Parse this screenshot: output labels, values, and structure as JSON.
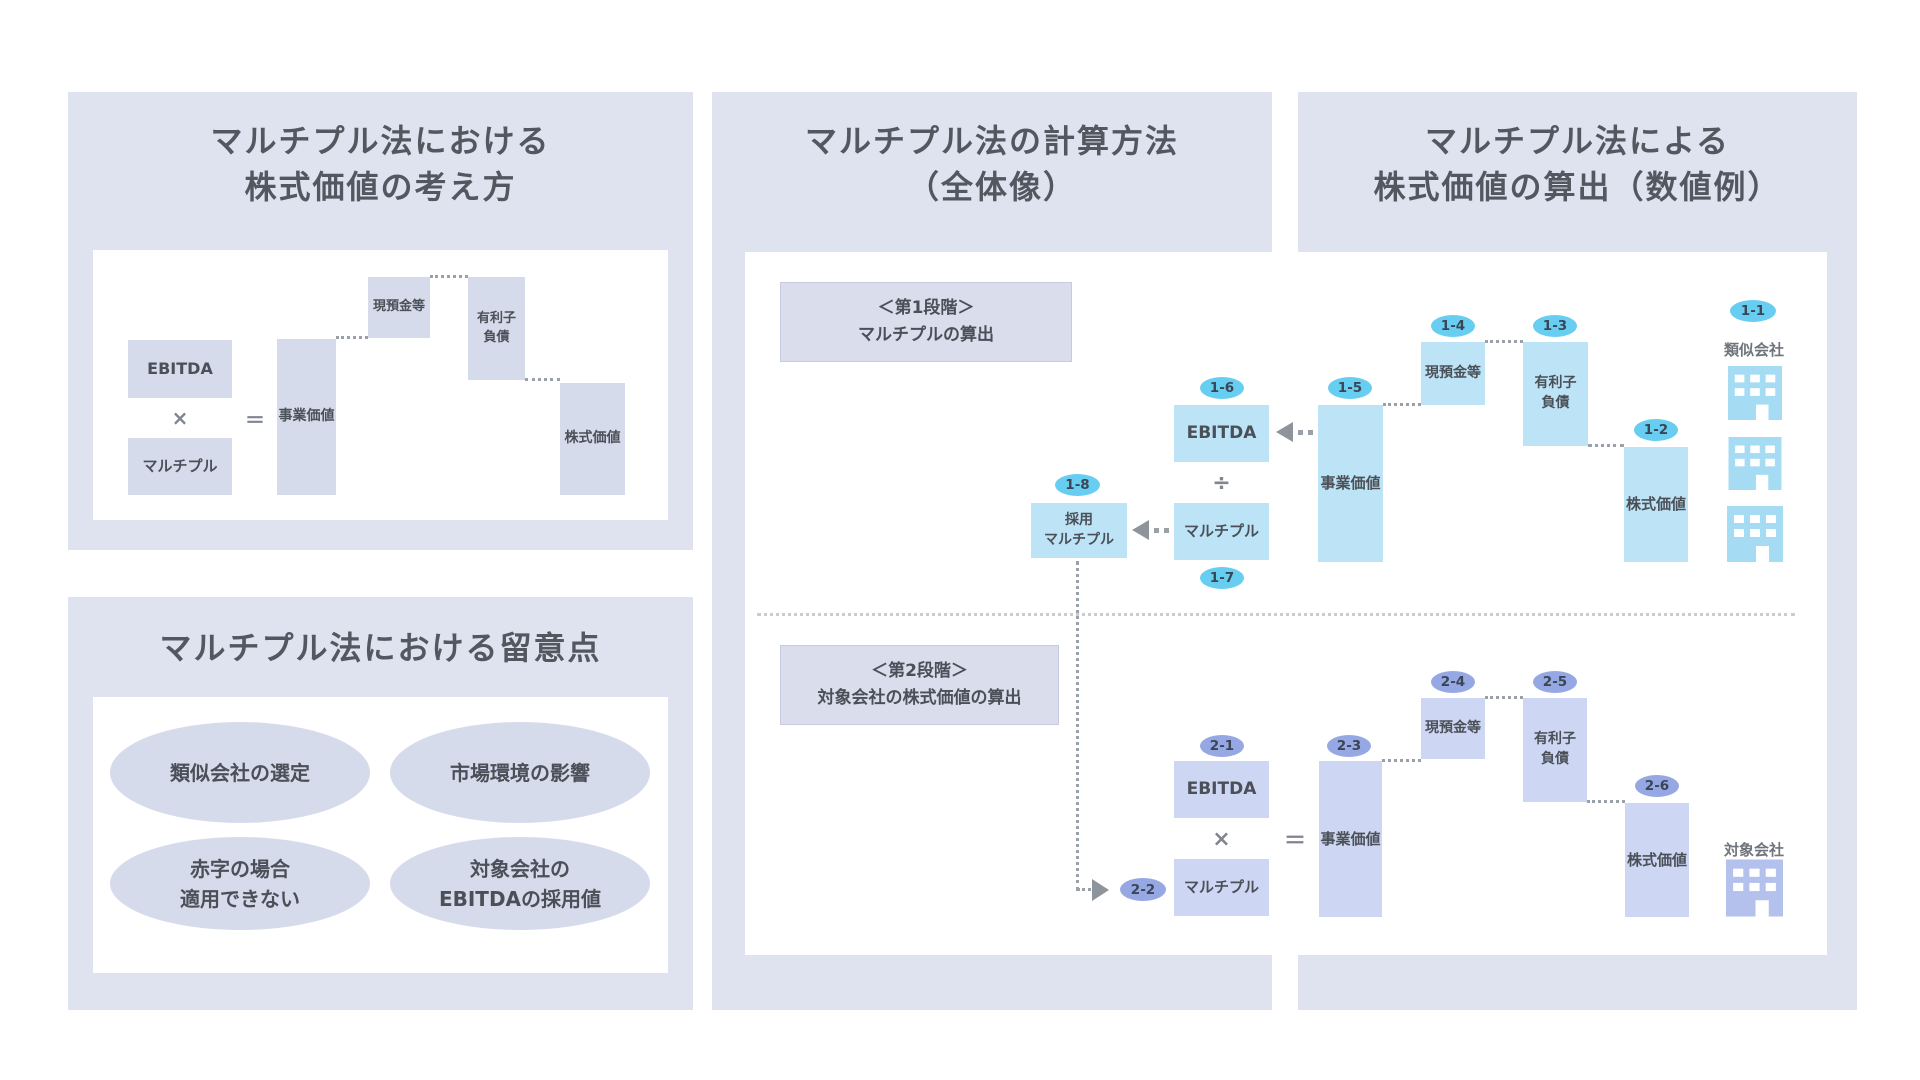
{
  "cards": {
    "concept": {
      "title": [
        "マルチプル法における",
        "株式価値の考え方"
      ],
      "diagram": {
        "ebitda": "EBITDA",
        "multiply": "×",
        "multiple": "マルチプル",
        "equals": "＝",
        "ev": "事業価値",
        "cash": "現預金等",
        "debt": [
          "有利子",
          "負債"
        ],
        "equity": "株式価値"
      }
    },
    "notes": {
      "title": "マルチプル法における留意点",
      "items": [
        {
          "line1": "類似会社の選定",
          "line2": ""
        },
        {
          "line1": "市場環境の影響",
          "line2": ""
        },
        {
          "line1": "赤字の場合",
          "line2": "適用できない"
        },
        {
          "line1": "対象会社の",
          "line2": "EBITDAの採用値"
        }
      ]
    },
    "calc": {
      "title": [
        "マルチプル法の計算方法",
        "（全体像）"
      ]
    },
    "example": {
      "title": [
        "マルチプル法による",
        "株式価値の算出（数値例）"
      ]
    }
  },
  "stage1": {
    "label": [
      "＜第1段階＞",
      "マルチプルの算出"
    ],
    "adopted": [
      "採用",
      "マルチプル"
    ],
    "ebitda": "EBITDA",
    "divide": "÷",
    "multiple": "マルチプル",
    "ev": "事業価値",
    "cash": "現預金等",
    "debt": [
      "有利子",
      "負債"
    ],
    "equity": "株式価値",
    "company": "類似会社",
    "badges": {
      "company": "1-1",
      "equity": "1-2",
      "debt": "1-3",
      "cash": "1-4",
      "ev": "1-5",
      "ebitda": "1-6",
      "multiple": "1-7",
      "adopted": "1-8"
    }
  },
  "stage2": {
    "label": [
      "＜第2段階＞",
      "対象会社の株式価値の算出"
    ],
    "ebitda": "EBITDA",
    "multiply": "×",
    "multiple": "マルチプル",
    "equals": "＝",
    "ev": "事業価値",
    "cash": "現預金等",
    "debt": [
      "有利子",
      "負債"
    ],
    "equity": "株式価値",
    "company": "対象会社",
    "badges": {
      "ebitda": "2-1",
      "multiple": "2-2",
      "ev": "2-3",
      "cash": "2-4",
      "debt": "2-5",
      "equity": "2-6"
    }
  },
  "colors": {
    "card_bg": "#dfe2ef",
    "lavender_box": "#d6dbec",
    "cyan_box": "#bde4f6",
    "cyan_badge": "#67cef2",
    "periwinkle_box": "#cdd7f3",
    "periwinkle_badge": "#96a8e3",
    "text": "#4b5058"
  }
}
